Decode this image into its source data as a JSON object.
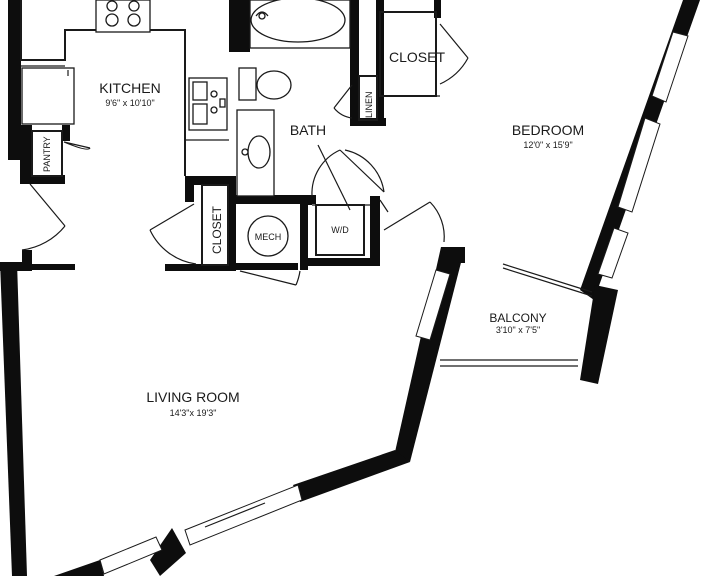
{
  "rooms": {
    "kitchen": {
      "name": "KITCHEN",
      "dims": "9'6\" x 10'10\""
    },
    "pantry": {
      "name": "PANTRY"
    },
    "bath": {
      "name": "BATH"
    },
    "closet_top": {
      "name": "CLOSET"
    },
    "linen": {
      "name": "LINEN"
    },
    "closet_vertical": {
      "name": "CLOSET"
    },
    "mech": {
      "name": "MECH"
    },
    "wd": {
      "name": "W/D"
    },
    "bedroom": {
      "name": "BEDROOM",
      "dims": "12'0\" x 15'9\""
    },
    "balcony": {
      "name": "BALCONY",
      "dims": "3'10\" x 7'5\""
    },
    "living_room": {
      "name": "LIVING ROOM",
      "dims": "14'3\"x 19'3\""
    }
  }
}
